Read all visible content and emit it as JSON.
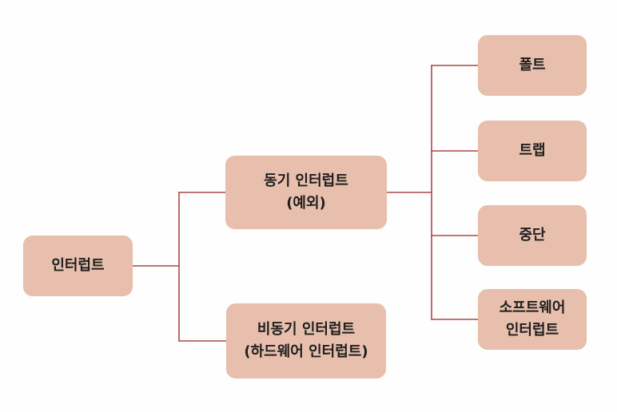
{
  "diagram": {
    "line_color": "#a94a45",
    "node_color": "#e7bfac",
    "nodes": {
      "root": {
        "line1": "인터럽트"
      },
      "sync": {
        "line1": "동기 인터럽트",
        "line2": "(예외)"
      },
      "async": {
        "line1": "비동기 인터럽트",
        "line2": "(하드웨어 인터럽트)"
      },
      "fault": {
        "line1": "폴트"
      },
      "trap": {
        "line1": "트랩"
      },
      "abort": {
        "line1": "중단"
      },
      "soft": {
        "line1": "소프트웨어",
        "line2": "인터럽트"
      }
    }
  }
}
